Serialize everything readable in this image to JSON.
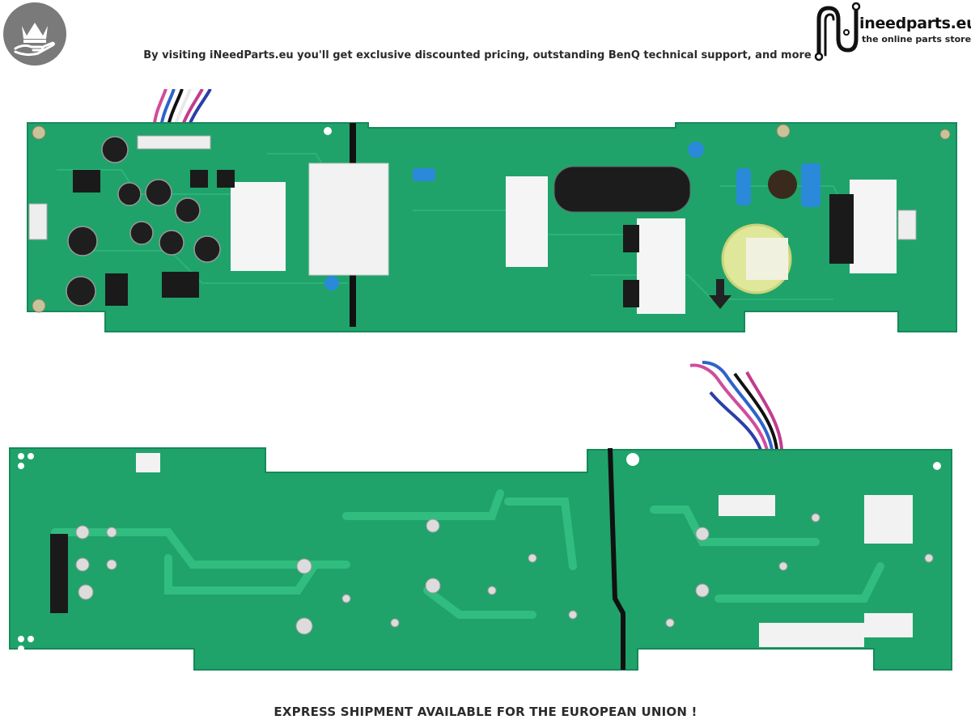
{
  "header": {
    "tagline": "By visiting iNeedParts.eu you'll get exclusive discounted pricing, outstanding BenQ technical support, and more"
  },
  "logo": {
    "name": "ineedparts.eu",
    "subtitle": "the online parts store"
  },
  "footer": {
    "text": "EXPRESS SHIPMENT AVAILABLE FOR THE EUROPEAN UNION !"
  },
  "colors": {
    "pcb_green": "#1fa36a",
    "pcb_dark": "#17885a",
    "trace": "#2cb57a",
    "badge_gray": "#7a7a7a",
    "text_dark": "#2b2b2b"
  },
  "icons": [
    "crown-hand-icon",
    "ineedparts-logo-icon"
  ]
}
